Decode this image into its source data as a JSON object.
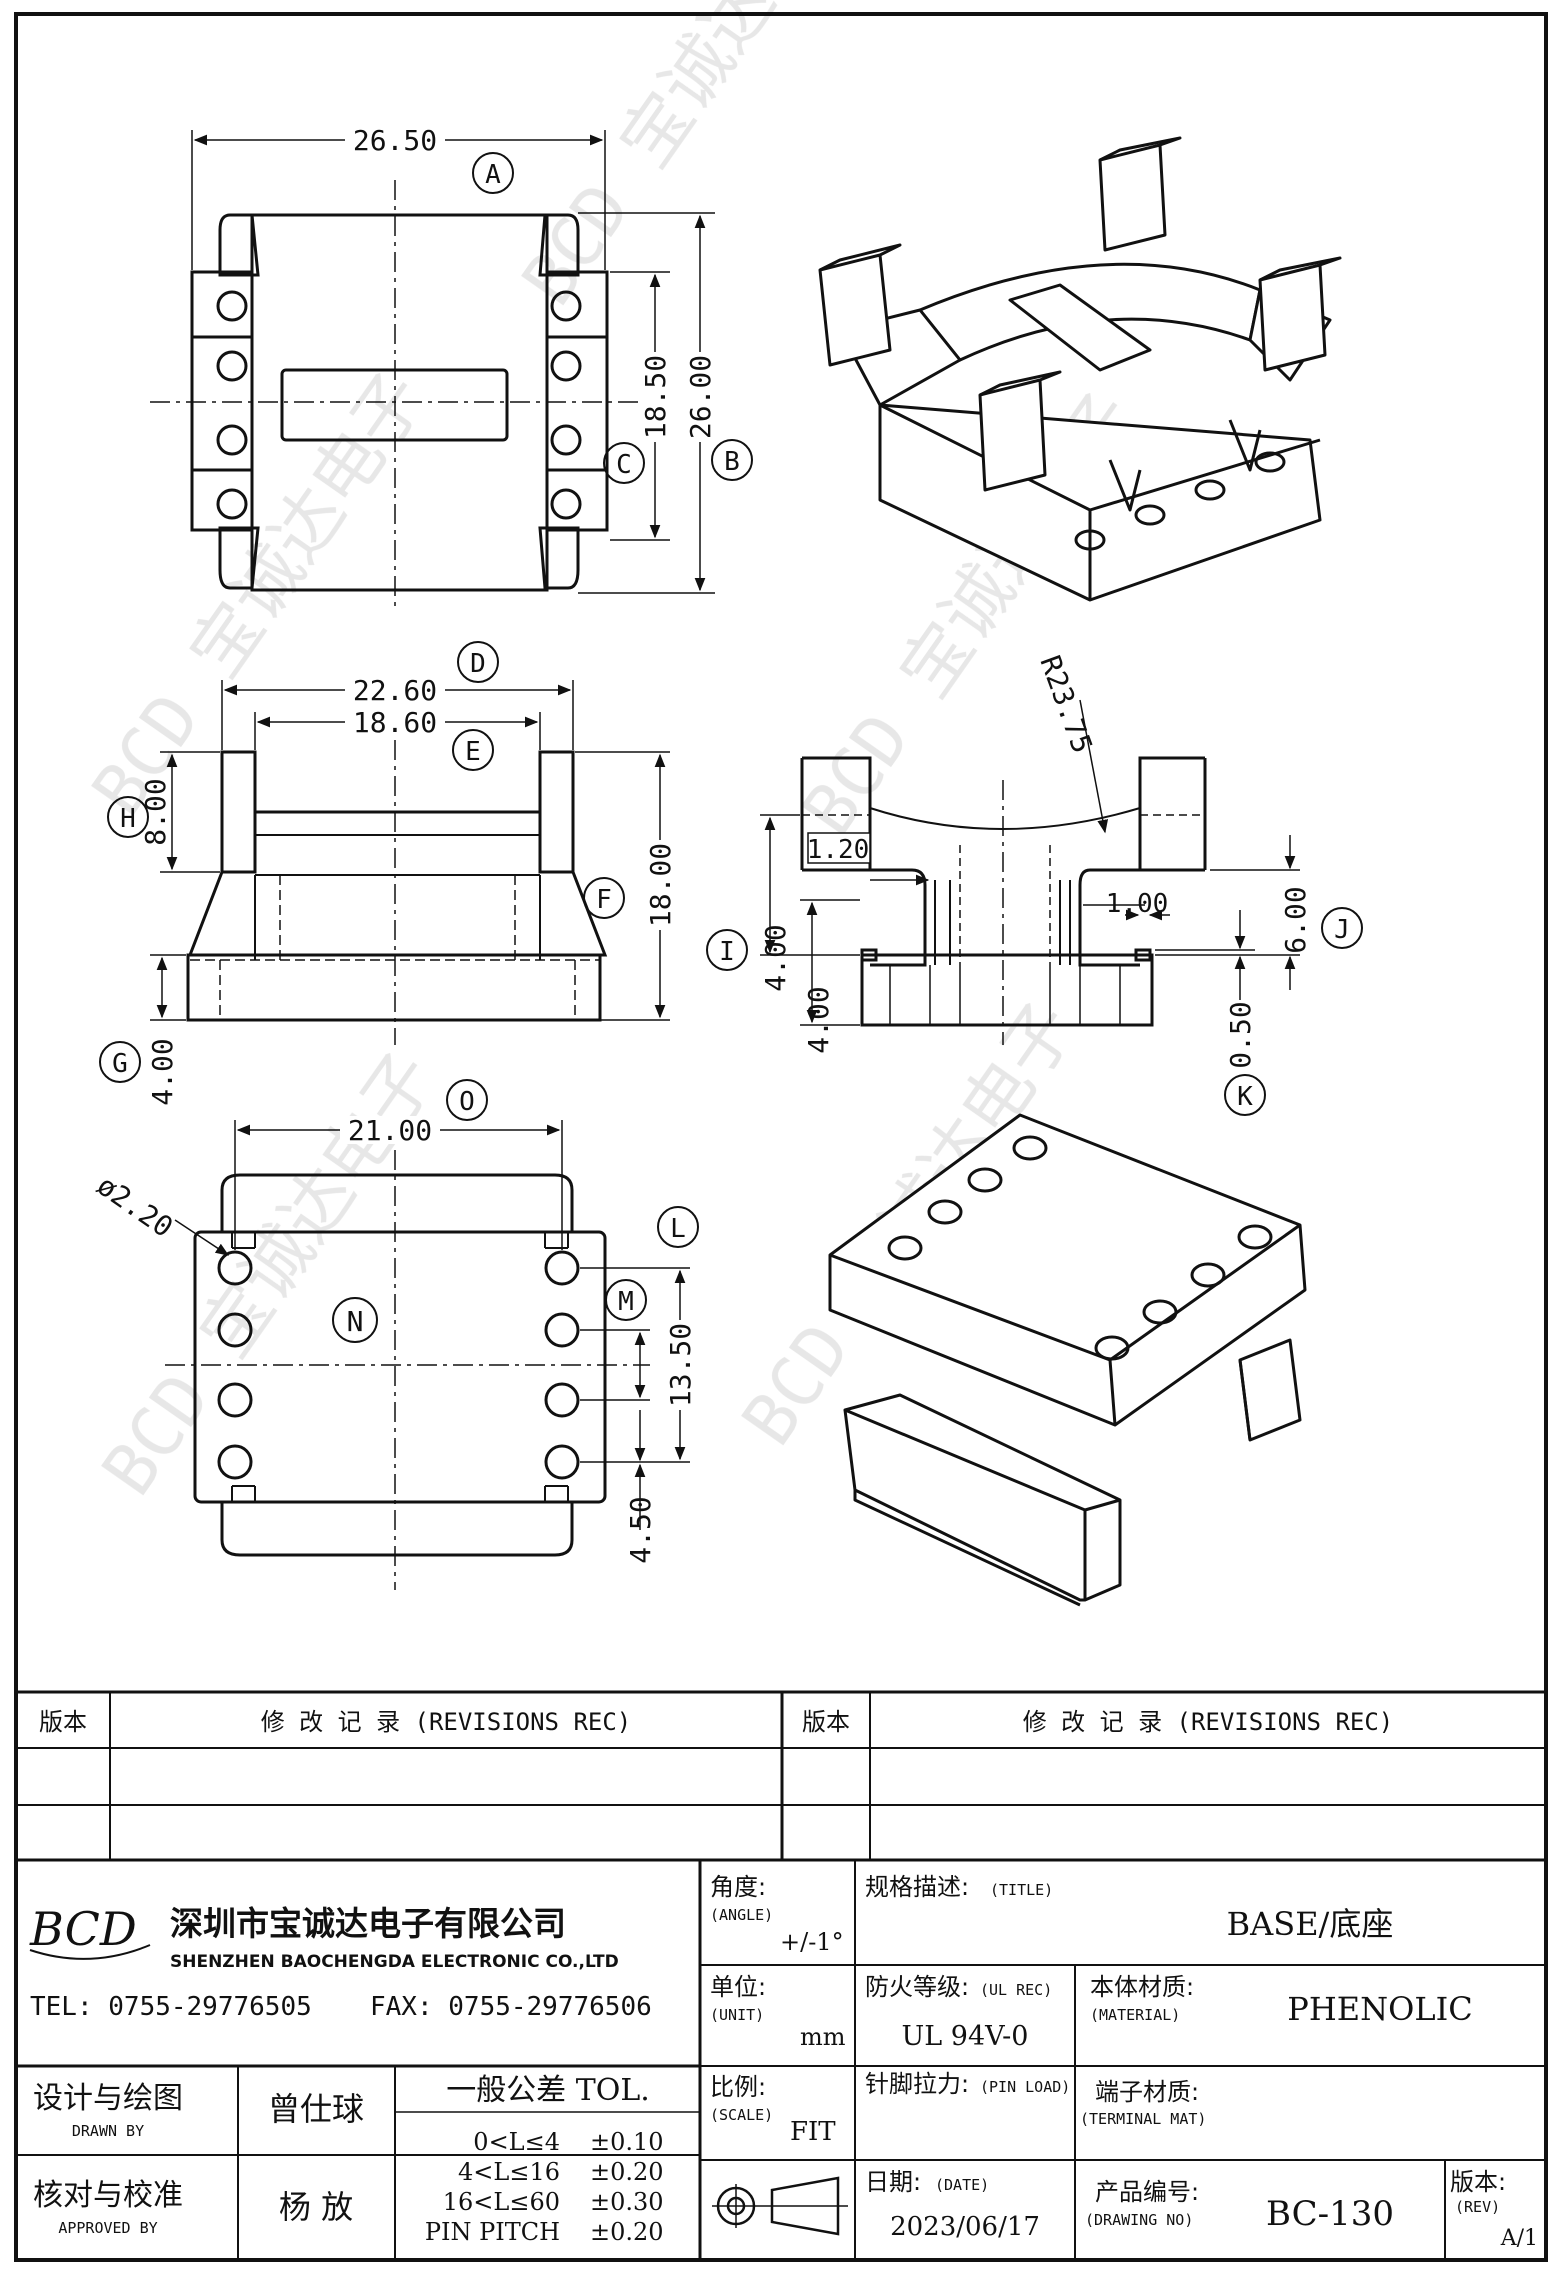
{
  "views": {
    "top": {
      "dim_width": "26.50",
      "label_width": "A",
      "dim_pitch": "18.50",
      "label_pitch": "C",
      "dim_depth": "26.00",
      "label_depth": "B"
    },
    "front": {
      "dim_outer": "22.60",
      "label_outer": "D",
      "dim_inner": "18.60",
      "label_inner": "E",
      "dim_post": "8.00",
      "label_post": "H",
      "dim_height": "18.00",
      "label_height": "F",
      "dim_flange": "4.00",
      "label_flange": "G"
    },
    "side": {
      "dim_radius": "R23.75",
      "dim_wall": "1.20",
      "dim_slot": "1.00",
      "dim_step": "4.00",
      "label_step": "I",
      "dim_base": "4.00",
      "dim_post": "6.00",
      "label_post": "J",
      "dim_pin": "0.50",
      "label_pin": "K"
    },
    "bottom": {
      "dim_span": "21.00",
      "label_span": "O",
      "dim_hole": "ø2.20",
      "label_pins": "L",
      "label_row": "M",
      "label_face": "N",
      "dim_pitch": "13.50",
      "dim_row": "4.50"
    },
    "watermark": "BCD 宝诚达电子"
  },
  "title_block": {
    "revision_headers": [
      {
        "version": "版本",
        "record": "修 改 记 录 (REVISIONS REC)"
      },
      {
        "version": "版本",
        "record": "修 改 记 录 (REVISIONS REC)"
      }
    ],
    "company": {
      "logo": "BCD",
      "name_cn": "深圳市宝诚达电子有限公司",
      "name_en": "SHENZHEN BAOCHENGDA ELECTRONIC CO.,LTD",
      "tel": "TEL: 0755-29776505",
      "fax": "FAX: 0755-29776506"
    },
    "angle": {
      "label": "角度:",
      "sub": "(ANGLE)",
      "value": "+/-1°"
    },
    "unit": {
      "label": "单位:",
      "sub": "(UNIT)",
      "value": "mm"
    },
    "scale": {
      "label": "比例:",
      "sub": "(SCALE)",
      "value": "FIT"
    },
    "title": {
      "label": "规格描述:",
      "sub": "(TITLE)",
      "value": "BASE/底座"
    },
    "ul": {
      "label": "防火等级:",
      "sub": "(UL REC)",
      "value": "UL 94V-0"
    },
    "material": {
      "label": "本体材质:",
      "sub": "(MATERIAL)",
      "value": "PHENOLIC"
    },
    "pin_load": {
      "label": "针脚拉力:",
      "sub": "(PIN LOAD)"
    },
    "terminal": {
      "label": "端子材质:",
      "sub": "(TERMINAL MAT)"
    },
    "date": {
      "label": "日期:",
      "sub": "(DATE)",
      "value": "2023/06/17"
    },
    "drawing_no": {
      "label": "产品编号:",
      "sub": "(DRAWING NO)",
      "value": "BC-130"
    },
    "rev": {
      "label": "版本:",
      "sub": "(REV)",
      "value": "A/1"
    },
    "designer": {
      "label": "设计与绘图",
      "sub": "DRAWN BY",
      "name": "曾仕球"
    },
    "approver": {
      "label": "核对与校准",
      "sub": "APPROVED BY",
      "name": "杨  放"
    },
    "tolerance": {
      "title": "一般公差 TOL.",
      "rows": [
        {
          "range": "0<L≤4",
          "tol": "±0.10"
        },
        {
          "range": "4<L≤16",
          "tol": "±0.20"
        },
        {
          "range": "16<L≤60",
          "tol": "±0.30"
        },
        {
          "range": "PIN PITCH",
          "tol": "±0.20"
        }
      ]
    }
  }
}
